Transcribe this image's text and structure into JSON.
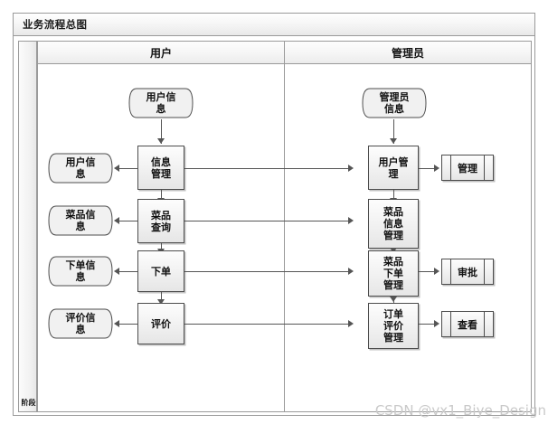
{
  "diagram": {
    "title": "业务流程总图",
    "phase_label": "阶段",
    "watermark": "CSDN @vx1_Biye_Design",
    "lanes": [
      {
        "id": "user",
        "label": "用户"
      },
      {
        "id": "admin",
        "label": "管理员"
      }
    ],
    "user_lane": {
      "source_document": "用户信息",
      "processes": [
        {
          "label": "信息\n管理",
          "line1": "信息",
          "line2": "管理"
        },
        {
          "label": "菜品\n查询",
          "line1": "菜品",
          "line2": "查询"
        },
        {
          "label": "下单",
          "line1": "下单",
          "line2": ""
        },
        {
          "label": "评价",
          "line1": "评价",
          "line2": ""
        }
      ],
      "outputs": [
        {
          "line1": "用户信",
          "line2": "息"
        },
        {
          "line1": "菜品信",
          "line2": "息"
        },
        {
          "line1": "下单信",
          "line2": "息"
        },
        {
          "line1": "评价信",
          "line2": "息"
        }
      ]
    },
    "admin_lane": {
      "source_document": "管理员信息",
      "source_line1": "管理员",
      "source_line2": "信息",
      "processes": [
        {
          "line1": "用户管",
          "line2": "理",
          "line3": ""
        },
        {
          "line1": "菜品",
          "line2": "信息",
          "line3": "管理"
        },
        {
          "line1": "菜品",
          "line2": "下单",
          "line3": "管理"
        },
        {
          "line1": "订单",
          "line2": "评价",
          "line3": "管理"
        }
      ],
      "actions": [
        {
          "index": 0,
          "label": "管理"
        },
        {
          "index": 2,
          "label": "审批"
        },
        {
          "index": 3,
          "label": "查看"
        }
      ]
    },
    "colors": {
      "frame_border": "#9a9a9a",
      "shape_border": "#4d4d4d",
      "connector": "#555555",
      "watermark": "#c9c9c9",
      "header_bg": "#f2f2f2"
    }
  }
}
